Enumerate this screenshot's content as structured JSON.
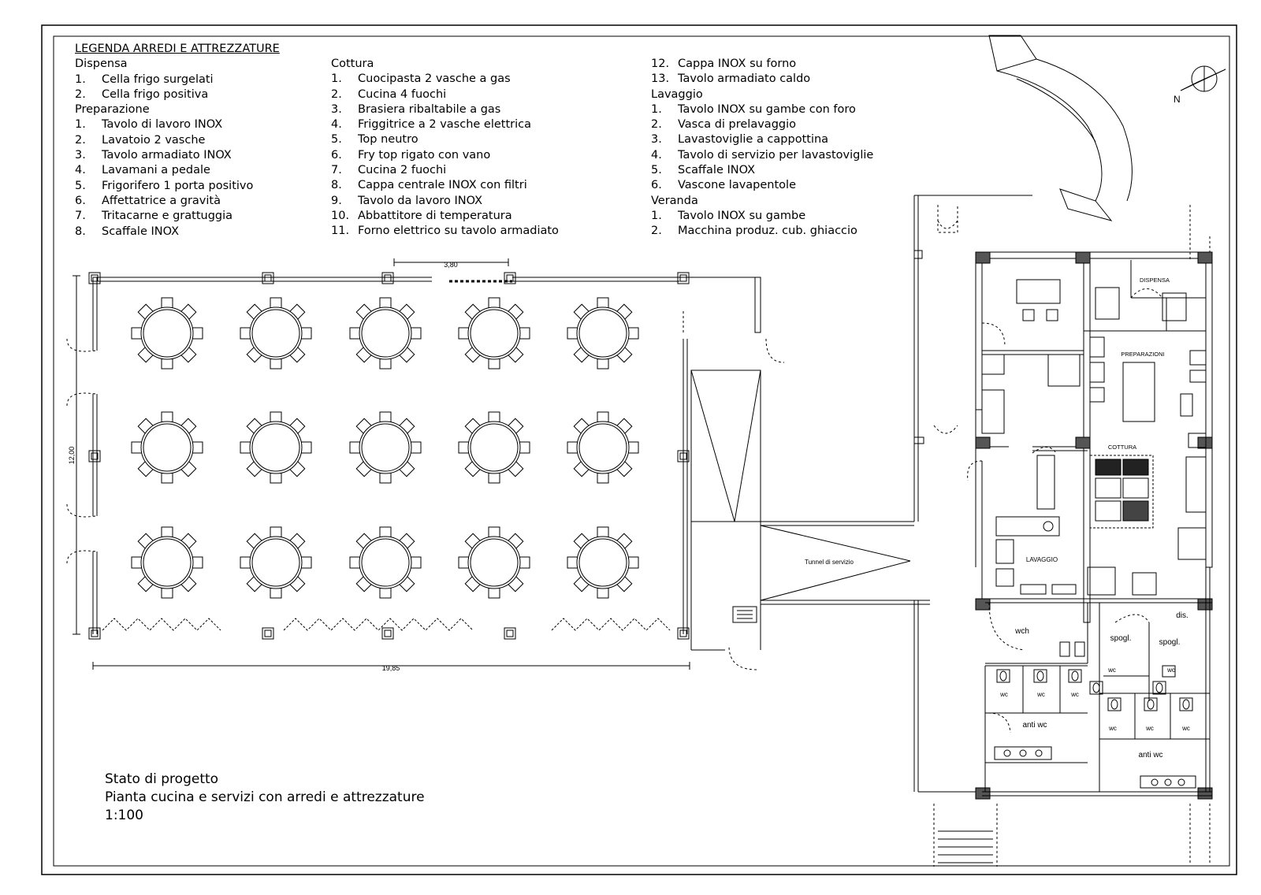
{
  "legend": {
    "title": "LEGENDA ARREDI E ATTREZZATURE",
    "col1": [
      {
        "heading": "Dispensa"
      },
      {
        "n": "1.",
        "t": "Cella frigo surgelati"
      },
      {
        "n": "2.",
        "t": "Cella frigo positiva"
      },
      {
        "heading": "Preparazione"
      },
      {
        "n": "1.",
        "t": "Tavolo di lavoro INOX"
      },
      {
        "n": "2.",
        "t": "Lavatoio 2 vasche"
      },
      {
        "n": "3.",
        "t": "Tavolo armadiato INOX"
      },
      {
        "n": "4.",
        "t": "Lavamani a pedale"
      },
      {
        "n": "5.",
        "t": "Frigorifero 1 porta positivo"
      },
      {
        "n": "6.",
        "t": "Affettatrice a gravità"
      },
      {
        "n": "7.",
        "t": "Tritacarne e grattuggia"
      },
      {
        "n": "8.",
        "t": "Scaffale INOX"
      }
    ],
    "col2": [
      {
        "heading": "Cottura"
      },
      {
        "n": "1.",
        "t": "Cuocipasta 2 vasche a gas"
      },
      {
        "n": "2.",
        "t": "Cucina 4 fuochi"
      },
      {
        "n": "3.",
        "t": "Brasiera ribaltabile a gas"
      },
      {
        "n": "4.",
        "t": "Friggitrice a 2 vasche elettrica"
      },
      {
        "n": "5.",
        "t": "Top neutro"
      },
      {
        "n": "6.",
        "t": "Fry top rigato con vano"
      },
      {
        "n": "7.",
        "t": "Cucina 2 fuochi"
      },
      {
        "n": "8.",
        "t": "Cappa centrale INOX con filtri"
      },
      {
        "n": "9.",
        "t": "Tavolo da lavoro INOX"
      },
      {
        "n": "10.",
        "t": "Abbattitore di temperatura"
      },
      {
        "n": "11.",
        "t": "Forno elettrico su tavolo armadiato"
      }
    ],
    "col3": [
      {
        "n": "12.",
        "t": "Cappa INOX su forno"
      },
      {
        "n": "13.",
        "t": "Tavolo armadiato caldo"
      },
      {
        "heading": "Lavaggio"
      },
      {
        "n": "1.",
        "t": "Tavolo INOX su gambe con foro"
      },
      {
        "n": "2.",
        "t": "Vasca di prelavaggio"
      },
      {
        "n": "3.",
        "t": "Lavastoviglie a cappottina"
      },
      {
        "n": "4.",
        "t": "Tavolo di servizio per lavastoviglie"
      },
      {
        "n": "5.",
        "t": "Scaffale INOX"
      },
      {
        "n": "6.",
        "t": "Vascone lavapentole"
      },
      {
        "heading": "Veranda"
      },
      {
        "n": "1.",
        "t": "Tavolo INOX su gambe"
      },
      {
        "n": "2.",
        "t": "Macchina produz. cub.  ghiaccio"
      }
    ]
  },
  "caption": {
    "line1": "Stato di progetto",
    "line2": "Pianta cucina e servizi con arredi e attrezzature",
    "line3": "1:100"
  },
  "dimensions": {
    "width_top": "3,80",
    "height_left": "12,00",
    "width_bottom": "19,85"
  },
  "compass": {
    "label": "N"
  },
  "rooms": {
    "dispensa": "DISPENSA",
    "preparazioni": "PREPARAZIONI",
    "cottura": "COTTURA",
    "lavaggio": "LAVAGGIO",
    "tunnel": "Tunnel di servizio",
    "wch": "wch",
    "dis": "dis.",
    "spogl1": "spogl.",
    "spogl2": "spogl.",
    "wc": "wc",
    "anti_wc": "anti wc"
  }
}
